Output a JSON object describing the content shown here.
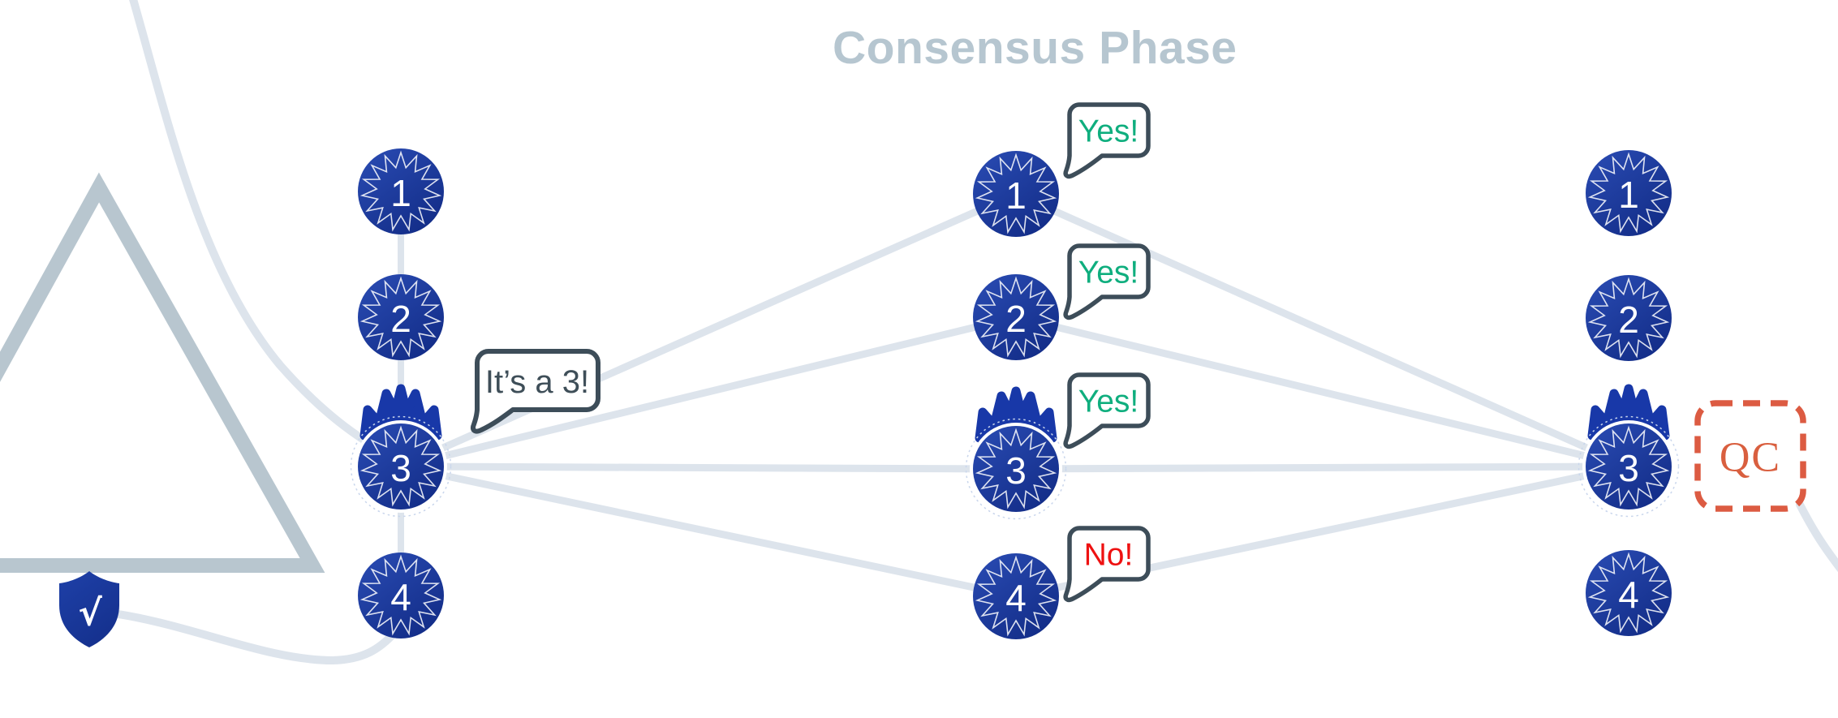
{
  "title": "Consensus Phase",
  "left_group": {
    "nodes": [
      "1",
      "2",
      "3",
      "4"
    ],
    "leader_node": "3",
    "announcement": "It’s a 3!"
  },
  "middle_group": {
    "nodes": [
      "1",
      "2",
      "3",
      "4"
    ],
    "leader_node": "3",
    "votes": [
      {
        "label": "Yes!",
        "color": "#0fae7e"
      },
      {
        "label": "Yes!",
        "color": "#0fae7e"
      },
      {
        "label": "Yes!",
        "color": "#0fae7e"
      },
      {
        "label": "No!",
        "color": "#ee1111"
      }
    ]
  },
  "right_group": {
    "nodes": [
      "1",
      "2",
      "3",
      "4"
    ],
    "leader_node": "3",
    "certificate_label": "QC"
  },
  "icons": {
    "crown": "leader-crown",
    "shield": "integrity-shield",
    "shield_radical": "√"
  },
  "colors": {
    "node_blue_light": "#2648b2",
    "node_blue_dark": "#122c86",
    "edge_gray": "#dde4ec",
    "structure_gray": "#b8c6cf",
    "title_gray": "#b6c6d0",
    "bubble_border": "#3d4d59",
    "yes_green": "#0fae7e",
    "no_red": "#ee1111",
    "qc_orange": "#d95f3f",
    "crown_blue": "#1838a8"
  }
}
